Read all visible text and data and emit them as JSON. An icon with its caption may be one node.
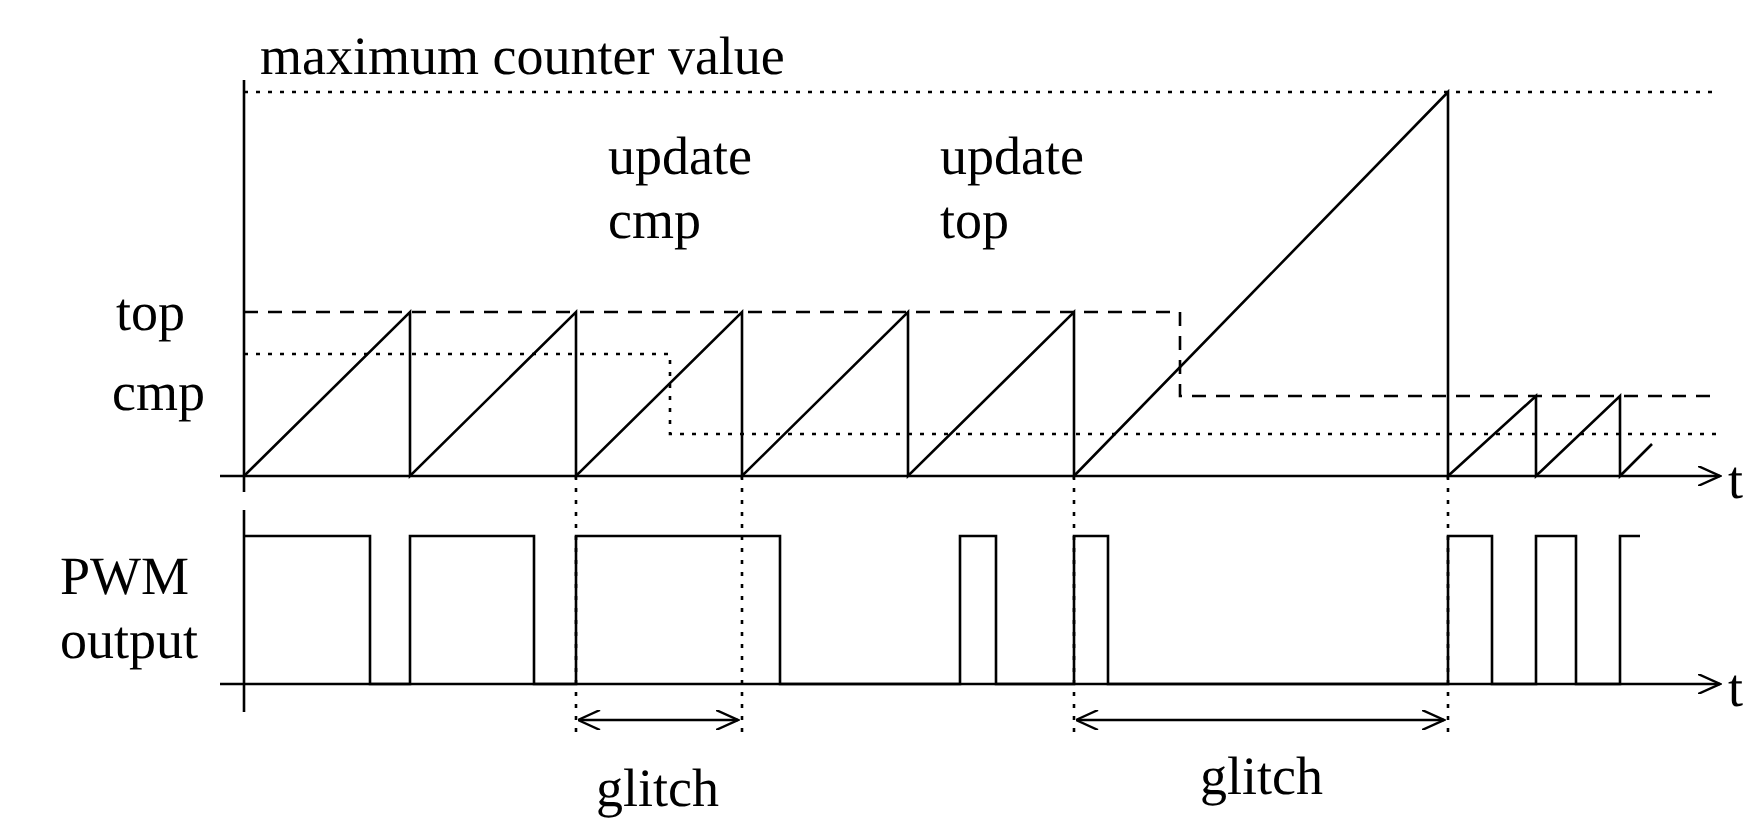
{
  "diagram": {
    "labels": [
      "maximum counter value",
      "update cmp",
      "update top",
      "top",
      "cmp",
      "t",
      "PWM output",
      "t",
      "glitch",
      "glitch"
    ]
  }
}
